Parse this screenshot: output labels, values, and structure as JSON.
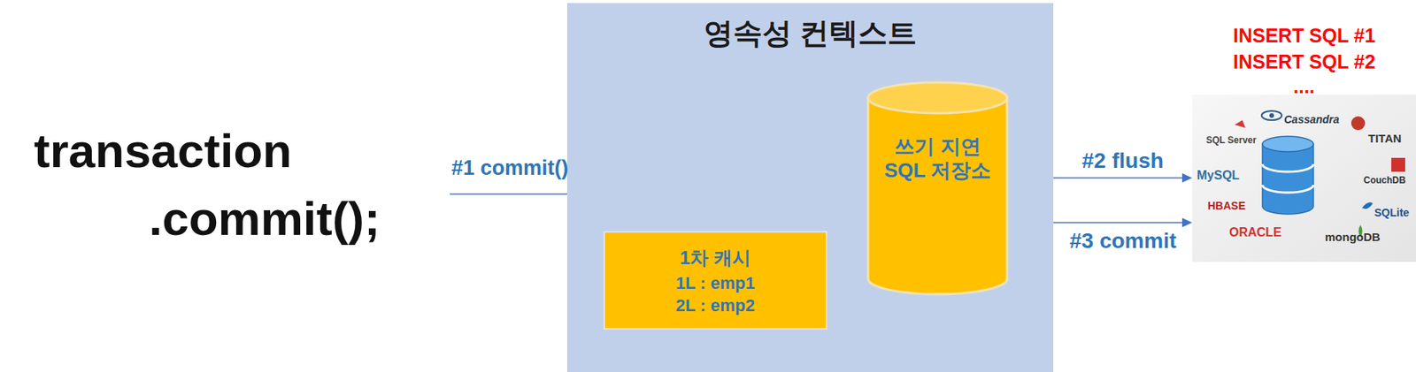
{
  "diagram": {
    "nodes": [
      {
        "text": [
          "영속성 컨텍스트"
        ]
      },
      {
        "text": [
          "쓰기 지연 SQL 저장소"
        ],
        "in": 0
      },
      {
        "text": [
          "1차 캐시",
          "1L : emp1",
          "2L : emp2"
        ],
        "in": 0
      },
      {
        "text": [
          "Cassandra",
          "SQL Server",
          "TITAN",
          "MySQL",
          "CouchDB",
          "HBASE",
          "SQLite",
          "ORACLE",
          "mongoDB"
        ]
      }
    ],
    "edges": [
      {
        "from": 0,
        "to": 3,
        "label": "#2 flush",
        "arrow": "to"
      },
      {
        "from": 0,
        "to": 3,
        "label": "#3 commit",
        "arrow": "to"
      }
    ],
    "labels": [
      "transaction",
      ".commit();",
      "#1 commit()",
      "INSERT SQL #1",
      "INSERT SQL #2",
      "...."
    ]
  }
}
